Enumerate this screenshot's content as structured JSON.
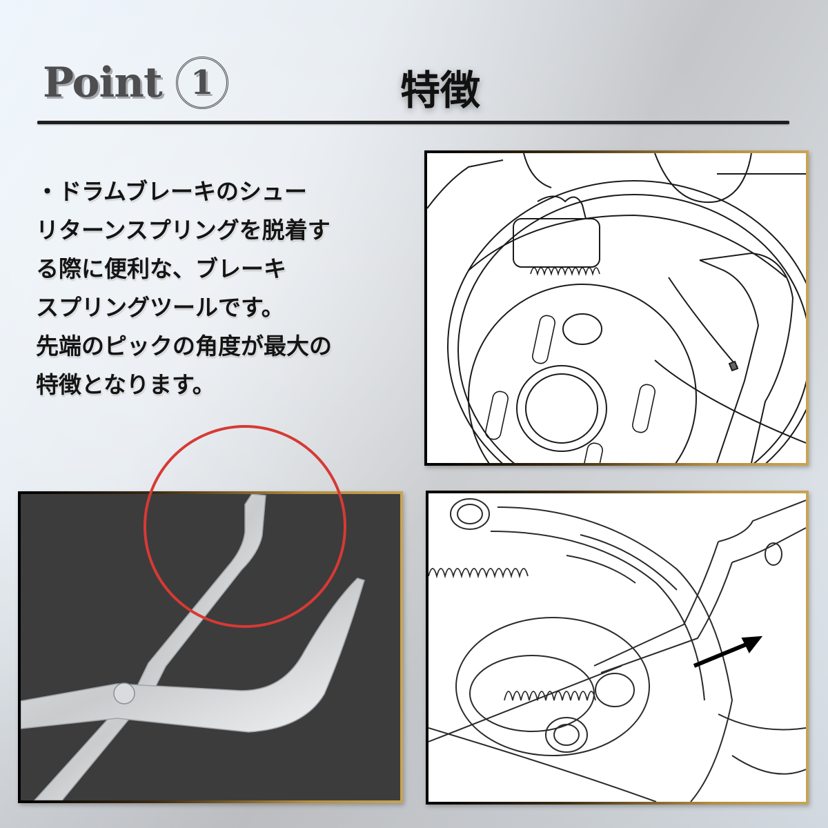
{
  "header": {
    "point_label": "Point",
    "point_number": "1",
    "title": "特徴"
  },
  "description": {
    "lines": [
      "・ドラムブレーキのシュー",
      "リターンスプリングを脱着す",
      "る際に便利な、ブレーキ",
      "スプリングツールです。",
      "先端のピックの角度が最大の",
      "特徴となります。"
    ]
  },
  "images": {
    "top_right": "drum-brake-illustration-with-tool",
    "bottom_left": "brake-spring-tool-photo",
    "bottom_right": "brake-spring-removal-illustration"
  },
  "colors": {
    "frame_gold": "#c9a455",
    "frame_dark": "#000000",
    "highlight_ring": "#d63a34",
    "photo_bg": "#3c3c3c",
    "heading_gray": "#4e4e50"
  }
}
